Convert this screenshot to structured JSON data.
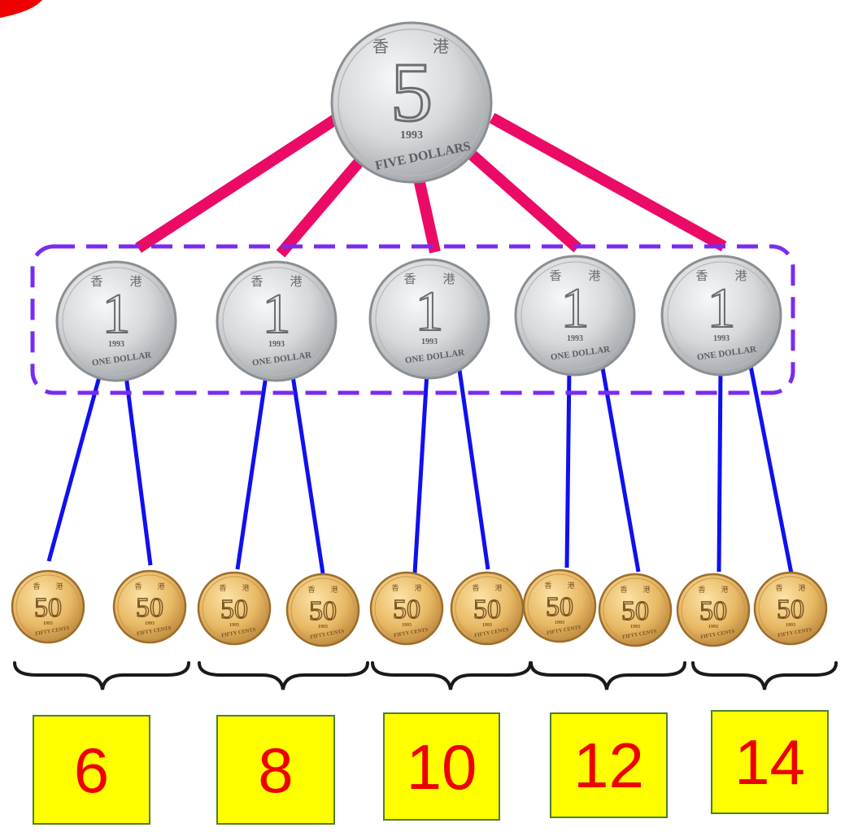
{
  "colors": {
    "pink_line": "#ec0a67",
    "blue_line": "#1010ee",
    "dashed_box": "#7a2bf0",
    "brace": "#1a1a1a",
    "box_fill": "#ffff00",
    "box_border": "#4f7f2a",
    "number_text": "#ee0000",
    "silver_coin": "#d9dbdd",
    "gold_coin": "#e8b965"
  },
  "five_dollar_coin": {
    "numeral": "5",
    "year": "1993",
    "legend": "FIVE DOLLARS",
    "chars": [
      "香",
      "港"
    ]
  },
  "one_dollar_coins": [
    {
      "numeral": "1",
      "year": "1993",
      "legend": "ONE DOLLAR"
    },
    {
      "numeral": "1",
      "year": "1993",
      "legend": "ONE DOLLAR"
    },
    {
      "numeral": "1",
      "year": "1993",
      "legend": "ONE DOLLAR"
    },
    {
      "numeral": "1",
      "year": "1993",
      "legend": "ONE DOLLAR"
    },
    {
      "numeral": "1",
      "year": "1993",
      "legend": "ONE DOLLAR"
    }
  ],
  "fifty_cent_coins": [
    {
      "numeral": "50",
      "year": "1993",
      "legend": "FIFTY CENTS"
    },
    {
      "numeral": "50",
      "year": "1993",
      "legend": "FIFTY CENTS"
    },
    {
      "numeral": "50",
      "year": "1993",
      "legend": "FIFTY CENTS"
    },
    {
      "numeral": "50",
      "year": "1993",
      "legend": "FIFTY CENTS"
    },
    {
      "numeral": "50",
      "year": "1993",
      "legend": "FIFTY CENTS"
    },
    {
      "numeral": "50",
      "year": "1993",
      "legend": "FIFTY CENTS"
    },
    {
      "numeral": "50",
      "year": "1993",
      "legend": "FIFTY CENTS"
    },
    {
      "numeral": "50",
      "year": "1993",
      "legend": "FIFTY CENTS"
    },
    {
      "numeral": "50",
      "year": "1993",
      "legend": "FIFTY CENTS"
    },
    {
      "numeral": "50",
      "year": "1993",
      "legend": "FIFTY CENTS"
    }
  ],
  "count_boxes": [
    "6",
    "8",
    "10",
    "12",
    "14"
  ]
}
